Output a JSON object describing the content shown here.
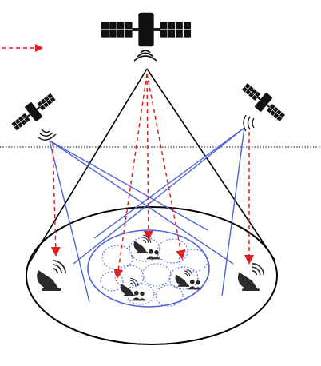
{
  "diagram": {
    "legend": {
      "arrow_icon": "red-dashed-arrow",
      "label": ""
    },
    "satellites": [
      {
        "name": "geo-satellite",
        "icon": "satellite-icon",
        "role": "center"
      },
      {
        "name": "left-satellite",
        "icon": "satellite-icon",
        "role": "left"
      },
      {
        "name": "right-satellite",
        "icon": "satellite-icon",
        "role": "right"
      }
    ],
    "ground_nodes": [
      {
        "name": "left-ground-dish",
        "icon": "satellite-dish-icon"
      },
      {
        "name": "right-ground-dish",
        "icon": "satellite-dish-icon"
      }
    ],
    "cluster": {
      "dish_count": 3,
      "user_icon": "user-group-icon",
      "cell_count": 10
    },
    "colors": {
      "beam": "#000000",
      "link": "#5064d6",
      "signal": "#e02020",
      "device": "#222222",
      "boundary": "#000000"
    }
  }
}
